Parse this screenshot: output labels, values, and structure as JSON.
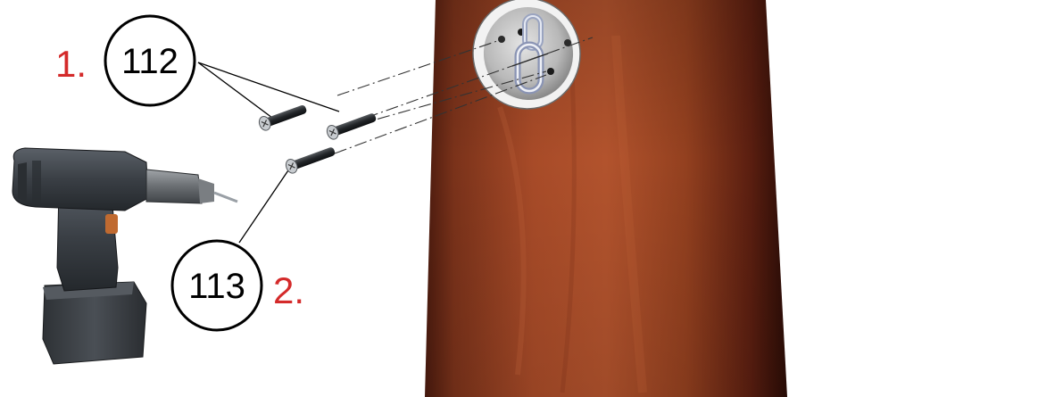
{
  "callouts": [
    {
      "step": "1.",
      "part": "112"
    },
    {
      "step": "2.",
      "part": "113"
    }
  ],
  "colors": {
    "step_number": "#d42a2a",
    "bag_dark": "#3a140c",
    "bag_mid": "#8a3a20",
    "bag_light": "#b2532d",
    "outline": "#000000"
  },
  "icons": [
    "cordless-drill-icon",
    "screw-icon",
    "chain-icon",
    "mounting-plate-icon"
  ]
}
